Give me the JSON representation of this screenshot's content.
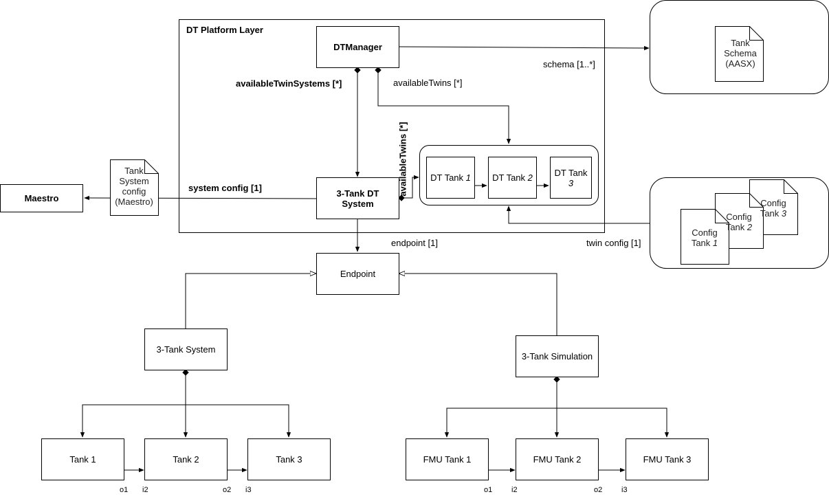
{
  "platform": {
    "title": "DT Platform Layer"
  },
  "nodes": {
    "dtmanager": "DTManager",
    "dt_system": "3-Tank DT System",
    "maestro": "Maestro",
    "endpoint": "Endpoint",
    "tank_system": "3-Tank System",
    "tank_simulation": "3-Tank Simulation",
    "tank1": "Tank 1",
    "tank2": "Tank 2",
    "tank3": "Tank 3",
    "fmu1": "FMU Tank 1",
    "fmu2": "FMU Tank 2",
    "fmu3": "FMU Tank 3",
    "dt_tank": "DT Tank",
    "dt_tank1_num": "1",
    "dt_tank2_num": "2",
    "dt_tank3_num": "3"
  },
  "documents": {
    "schema": "Tank Schema (AASX)",
    "system_config": "Tank System config (Maestro)",
    "config_label": "Config Tank",
    "config1_num": "1",
    "config2_num": "2",
    "config3_num": "3"
  },
  "edge_labels": {
    "schema": "schema [1..*]",
    "available_twin_systems": "availableTwinSystems [*]",
    "available_twins_h": "availableTwins [*]",
    "available_twins_v": "availableTwins [*]",
    "system_config": "system config [1]",
    "endpoint": "endpoint [1]",
    "twin_config": "twin config [1]"
  },
  "ports": {
    "o1": "o1",
    "i2": "i2",
    "o2": "o2",
    "i3": "i3"
  },
  "colors": {
    "stroke": "#000000",
    "background": "#ffffff"
  }
}
